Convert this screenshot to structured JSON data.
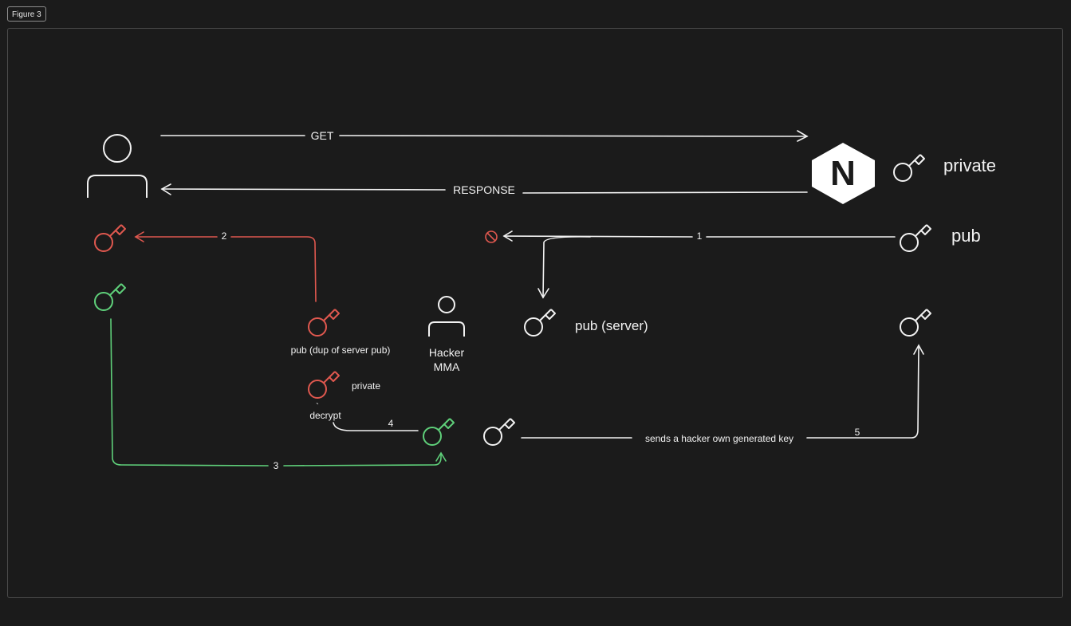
{
  "frame": {
    "label": "Figure 3"
  },
  "colors": {
    "background": "#1b1b1b",
    "stroke": "#f2f2f2",
    "red": "#e0584f",
    "green": "#5fd07a"
  },
  "server": {
    "logo_letter": "N",
    "private_label": "private",
    "pub_label": "pub"
  },
  "client": {},
  "hacker": {
    "label_line1": "Hacker",
    "label_line2": "MMA",
    "dup_pub_label": "pub (dup of server pub)",
    "private_label": "private",
    "decrypt_label": "decrypt",
    "decrypt_tick": "`",
    "pub_server_label": "pub (server)"
  },
  "edges": {
    "get": "GET",
    "response": "RESPONSE",
    "step1": "1",
    "step2": "2",
    "step3": "3",
    "step4": "4",
    "step5": "5",
    "step5_text": "sends a hacker own generated key"
  }
}
